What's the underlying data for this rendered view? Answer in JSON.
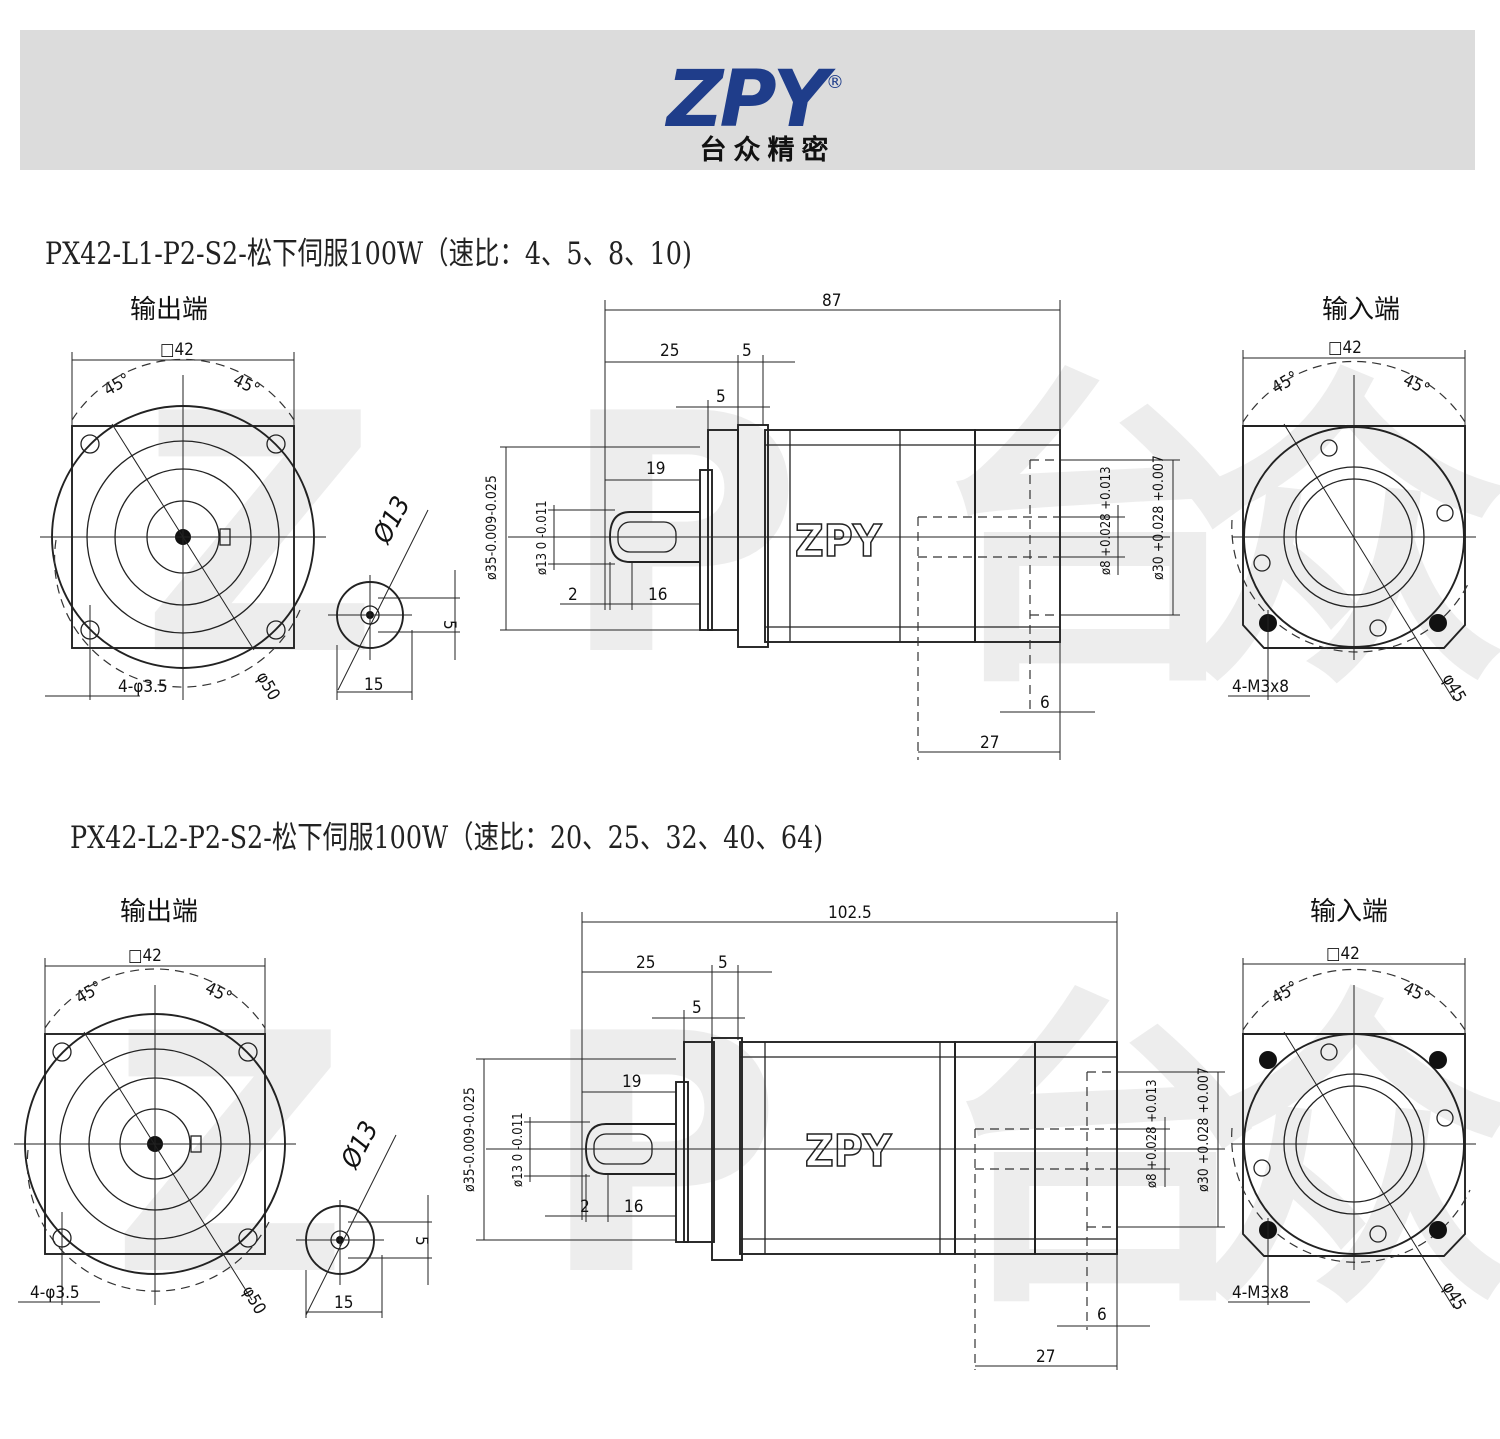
{
  "header": {
    "logo_text": "ZPY",
    "logo_registered": "®",
    "logo_subtitle": "台众精密",
    "brand_color": "#1f3d8a",
    "background": "#dcdcdc"
  },
  "drawings": [
    {
      "title": "PX42-L1-P2-S2-松下伺服100W（速比：4、5、8、10)",
      "output_end": {
        "label": "输出端",
        "square": "□42",
        "angle_left": "45°",
        "angle_right": "45°",
        "holes": "4-φ3.5",
        "pcd": "φ50"
      },
      "shaft_section": {
        "diameter": "Ø13",
        "key": "5",
        "width": "15"
      },
      "side_view": {
        "length": "87",
        "dim_25": "25",
        "dim_5a": "5",
        "dim_5b": "5",
        "dim_19": "19",
        "dim_2": "2",
        "dim_16": "16",
        "dim_6": "6",
        "dim_27": "27",
        "pilot": "ø35-0.009-0.025",
        "shaft": "ø13 0 -0.011",
        "bore": "ø8 +0.028 +0.013",
        "motor_pilot": "ø30 +0.028 +0.007",
        "logo": "ZPY"
      },
      "input_end": {
        "label": "输入端",
        "square": "□42",
        "angle_left": "45°",
        "angle_right": "45°",
        "threads": "4-M3x8",
        "pcd": "φ45"
      }
    },
    {
      "title": "PX42-L2-P2-S2-松下伺服100W（速比：20、25、32、40、64)",
      "output_end": {
        "label": "输出端",
        "square": "□42",
        "angle_left": "45°",
        "angle_right": "45°",
        "holes": "4-φ3.5",
        "pcd": "φ50"
      },
      "shaft_section": {
        "diameter": "Ø13",
        "key": "5",
        "width": "15"
      },
      "side_view": {
        "length": "102.5",
        "dim_25": "25",
        "dim_5a": "5",
        "dim_5b": "5",
        "dim_19": "19",
        "dim_2": "2",
        "dim_16": "16",
        "dim_6": "6",
        "dim_27": "27",
        "pilot": "ø35-0.009-0.025",
        "shaft": "ø13 0 -0.011",
        "bore": "ø8 +0.028 +0.013",
        "motor_pilot": "ø30 +0.028 +0.007",
        "logo": "ZPY"
      },
      "input_end": {
        "label": "输入端",
        "square": "□42",
        "angle_left": "45°",
        "angle_right": "45°",
        "threads": "4-M3x8",
        "pcd": "φ45"
      }
    }
  ]
}
